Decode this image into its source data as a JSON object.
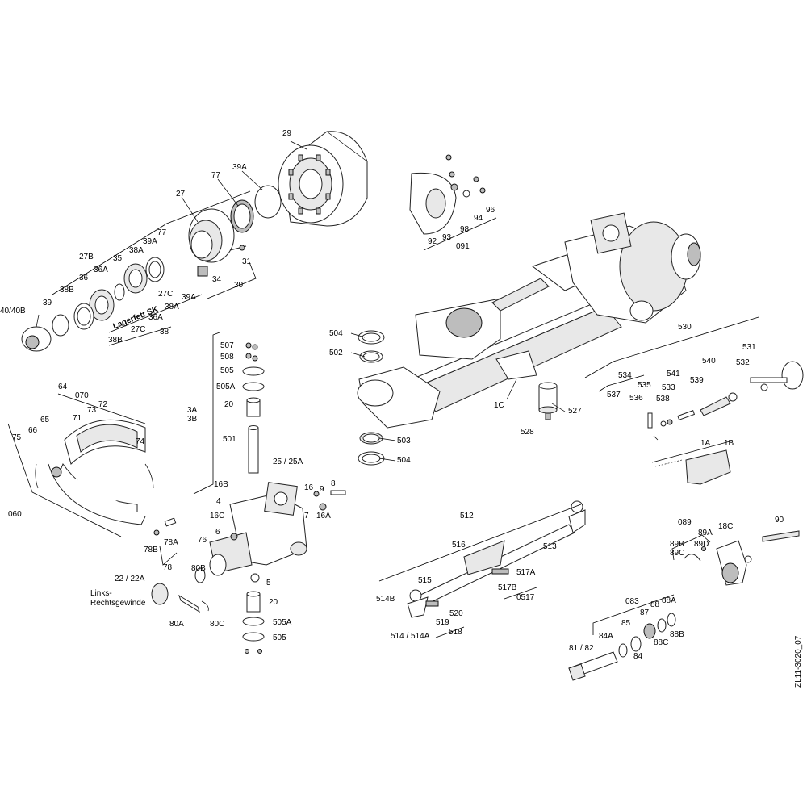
{
  "drawing": {
    "id": "ZL11-3020_07",
    "german_note": [
      "Links-",
      "Rechtsgewinde"
    ],
    "grease_label": "Lagerfett SK"
  },
  "labels": {
    "29": "29",
    "77a": "77",
    "39A_top": "39A",
    "27": "27",
    "l31": "31",
    "l34": "34",
    "l30": "30",
    "27B": "27B",
    "l35": "35",
    "38A_mid": "38A",
    "39A_mid": "39A",
    "77b": "77",
    "36A_top": "36A",
    "l36": "36",
    "27C_r": "27C",
    "38B_top": "38B",
    "l39": "39",
    "39A_low": "39A",
    "38A_low": "38A",
    "36A_low": "36A",
    "27C_low": "27C",
    "38B_low": "38B",
    "l38": "38",
    "40_40B": "40/40B",
    "l64": "64",
    "l070": "070",
    "l72": "72",
    "l73": "73",
    "l65": "65",
    "l71": "71",
    "l66": "66",
    "l74": "74",
    "l75": "75",
    "l060": "060",
    "l507": "507",
    "l508": "508",
    "l505_top": "505",
    "505A_top": "505A",
    "l20_top": "20",
    "l3A": "3A",
    "l3B": "3B",
    "l501": "501",
    "25_25A": "25 / 25A",
    "16B": "16B",
    "l4": "4",
    "l16": "16",
    "l8": "8",
    "l9": "9",
    "16C": "16C",
    "l7": "7",
    "16A": "16A",
    "l6": "6",
    "l76": "76",
    "78A": "78A",
    "78B": "78B",
    "l78": "78",
    "80B": "80B",
    "l5": "5",
    "l20_low": "20",
    "22_22A": "22 / 22A",
    "80A": "80A",
    "80C": "80C",
    "505A_low": "505A",
    "l505_low": "505",
    "l92": "92",
    "l93": "93",
    "l091": "091",
    "l98": "98",
    "l94": "94",
    "l96": "96",
    "l504_top": "504",
    "l502": "502",
    "l1C": "1C",
    "l527": "527",
    "l528": "528",
    "l503": "503",
    "l504_low": "504",
    "l530": "530",
    "l531": "531",
    "l532": "532",
    "l534": "534",
    "l535": "535",
    "l541": "541",
    "l540": "540",
    "l539": "539",
    "l537": "537",
    "l536": "536",
    "l538": "538",
    "l533": "533",
    "l1A": "1A",
    "l1B": "1B",
    "l512": "512",
    "l516": "516",
    "l513": "513",
    "517A": "517A",
    "517B": "517B",
    "l0517": "0517",
    "l515": "515",
    "514B": "514B",
    "l520": "520",
    "l519": "519",
    "514_514A": "514 / 514A",
    "l518": "518",
    "l089": "089",
    "l90": "90",
    "89B": "89B",
    "89A": "89A",
    "89C": "89C",
    "89D": "89D",
    "18C": "18C",
    "l083": "083",
    "l88": "88",
    "88A": "88A",
    "l87": "87",
    "84A": "84A",
    "l85": "85",
    "88C": "88C",
    "88B": "88B",
    "l84": "84",
    "81_82": "81 / 82"
  }
}
